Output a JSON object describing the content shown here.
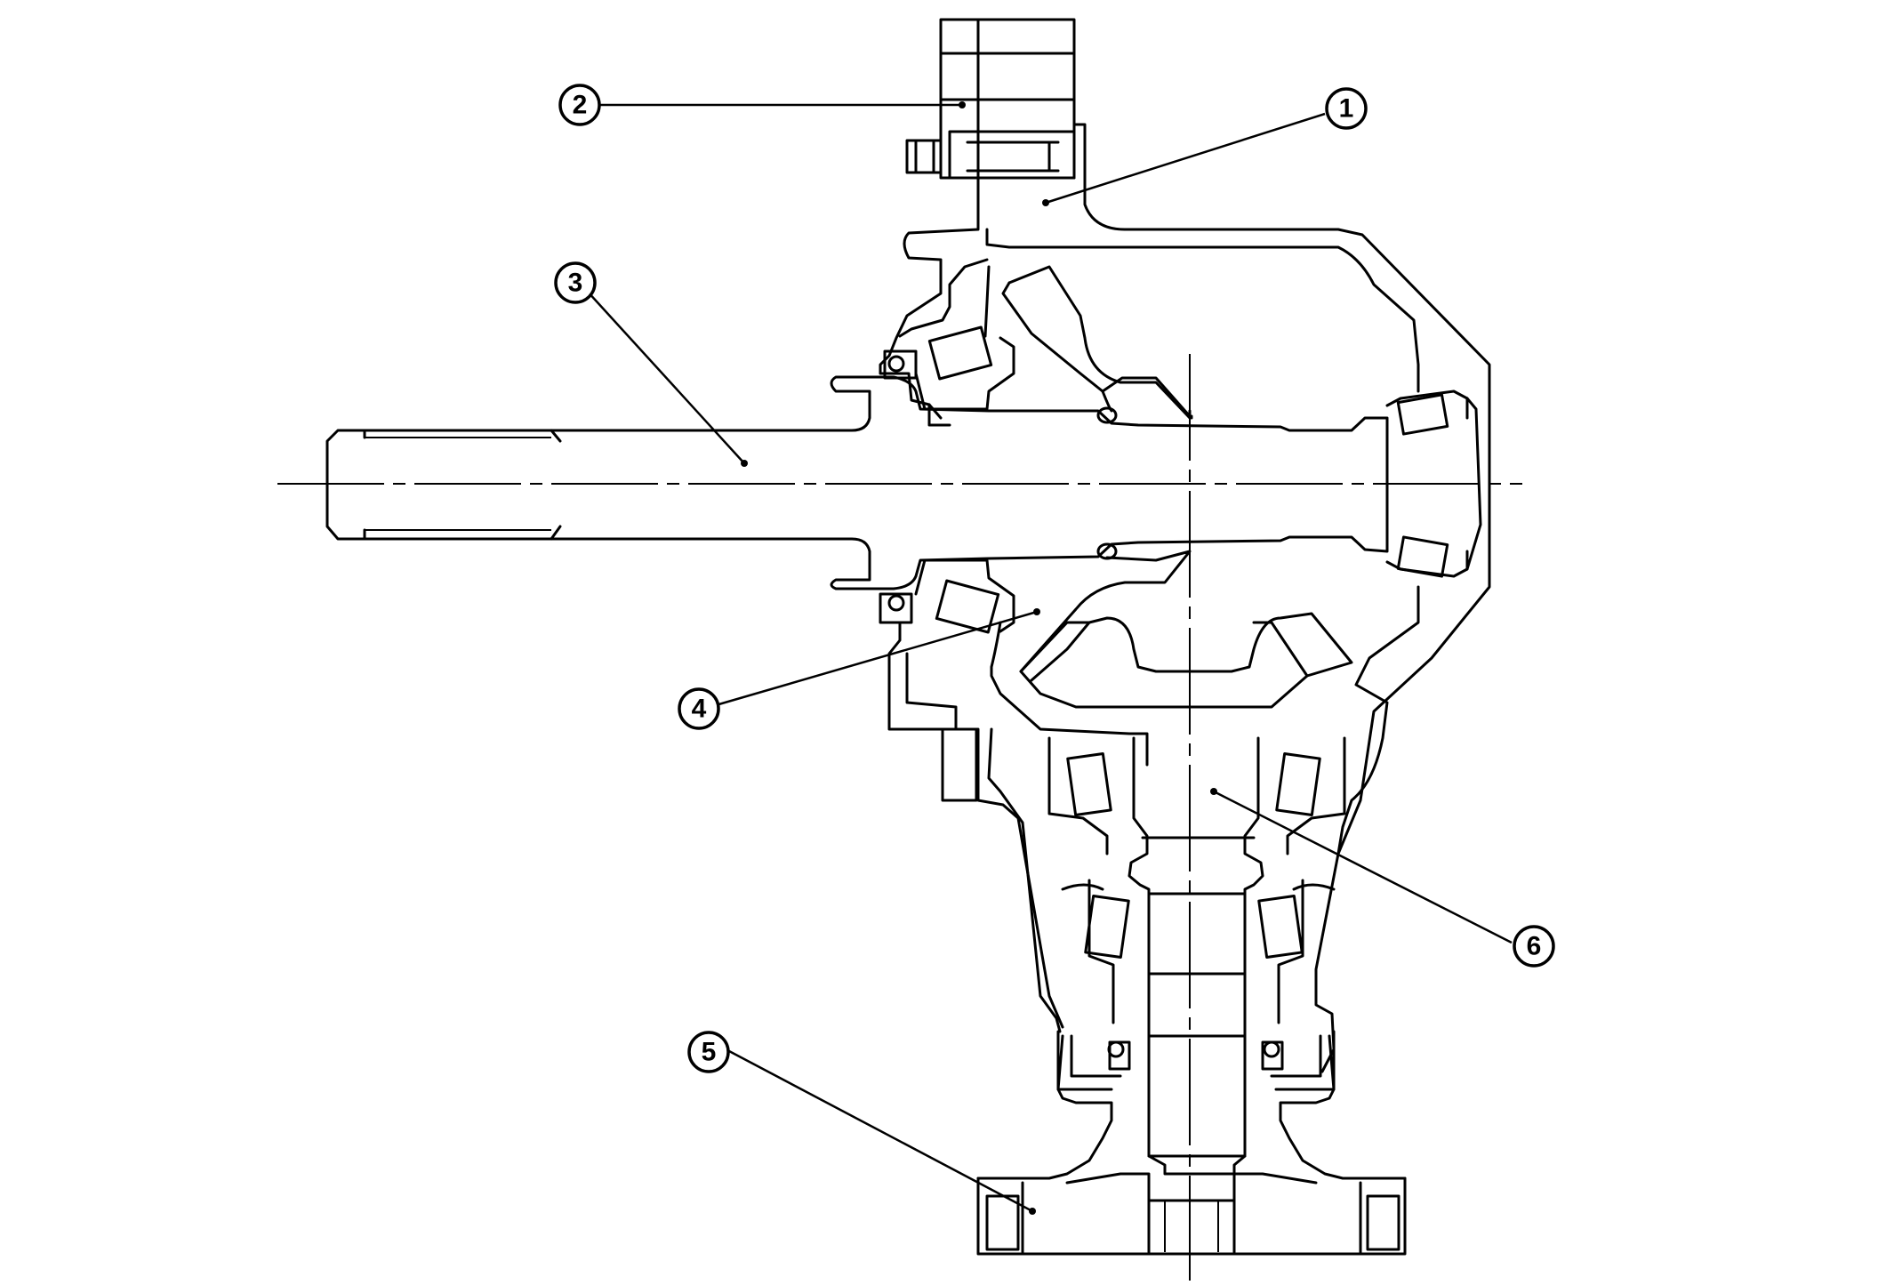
{
  "callouts": [
    {
      "id": "1",
      "label": "①"
    },
    {
      "id": "2",
      "label": "②"
    },
    {
      "id": "3",
      "label": "③"
    },
    {
      "id": "4",
      "label": "④"
    },
    {
      "id": "5",
      "label": "⑤"
    },
    {
      "id": "6",
      "label": "⑥"
    }
  ]
}
